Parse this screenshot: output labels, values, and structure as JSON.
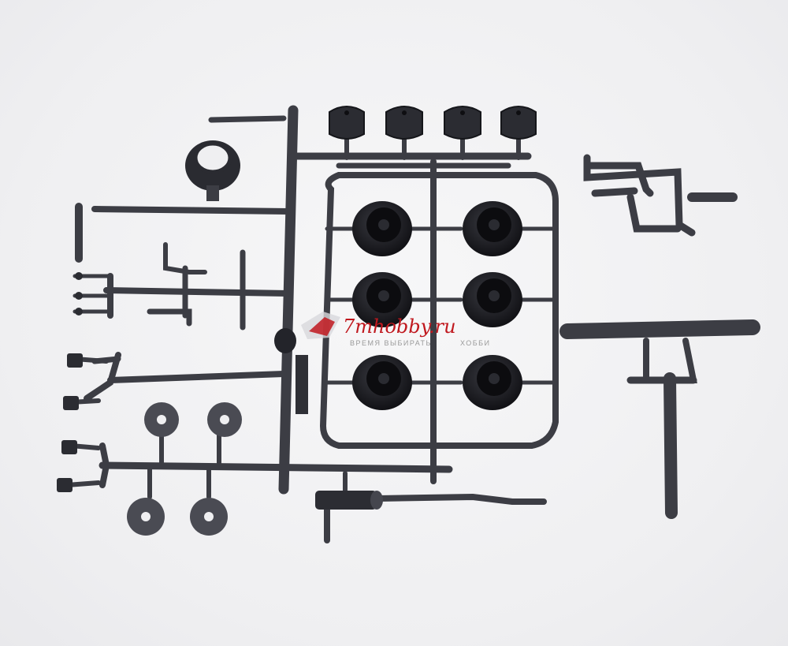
{
  "watermark": {
    "site": "7mhobby.ru",
    "tagline_left": "ВРЕМЯ ВЫБИРАТЬ",
    "tagline_right": "ХОББИ",
    "color_site": "#c0181e",
    "color_tagline": "#9a9a9a"
  },
  "colors": {
    "background": "#efeff1",
    "plastic": "#3c3d44",
    "plastic_dark": "#1e1f24",
    "plastic_light": "#5a5c66"
  }
}
